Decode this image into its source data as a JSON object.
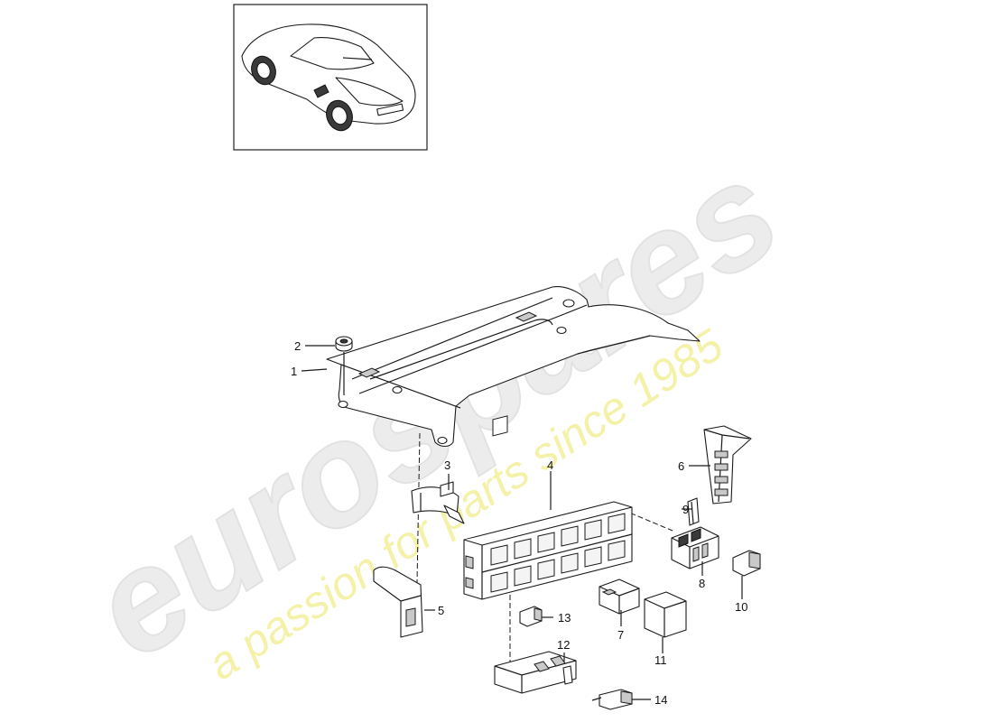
{
  "watermark": {
    "brand": "eurospares",
    "tagline": "a passion for parts since 1985"
  },
  "callouts": {
    "c1": "1",
    "c2": "2",
    "c3": "3",
    "c4": "4",
    "c5": "5",
    "c6": "6",
    "c7": "7",
    "c8": "8",
    "c9": "9",
    "c10": "10",
    "c11": "11",
    "c12": "12",
    "c13": "13",
    "c14": "14"
  }
}
